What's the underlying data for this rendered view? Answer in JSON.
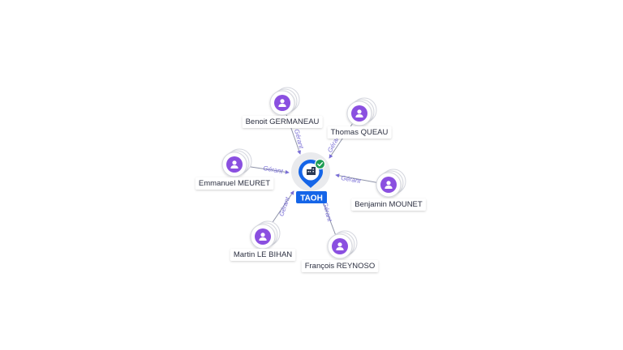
{
  "company": {
    "label": "TAOH",
    "verified": true,
    "icon": "building-icon",
    "accent": "#1565e8",
    "check_color": "#1f9d55"
  },
  "edge_label": "Gérant",
  "person_icon": "person-icon",
  "person_color": "#8a4fe0",
  "people": [
    {
      "name": "Benoit GERMANEAU"
    },
    {
      "name": "Thomas QUEAU"
    },
    {
      "name": "Emmanuel MEURET"
    },
    {
      "name": "Benjamin MOUNET"
    },
    {
      "name": "Martin LE BIHAN"
    },
    {
      "name": "François REYNOSO"
    }
  ]
}
